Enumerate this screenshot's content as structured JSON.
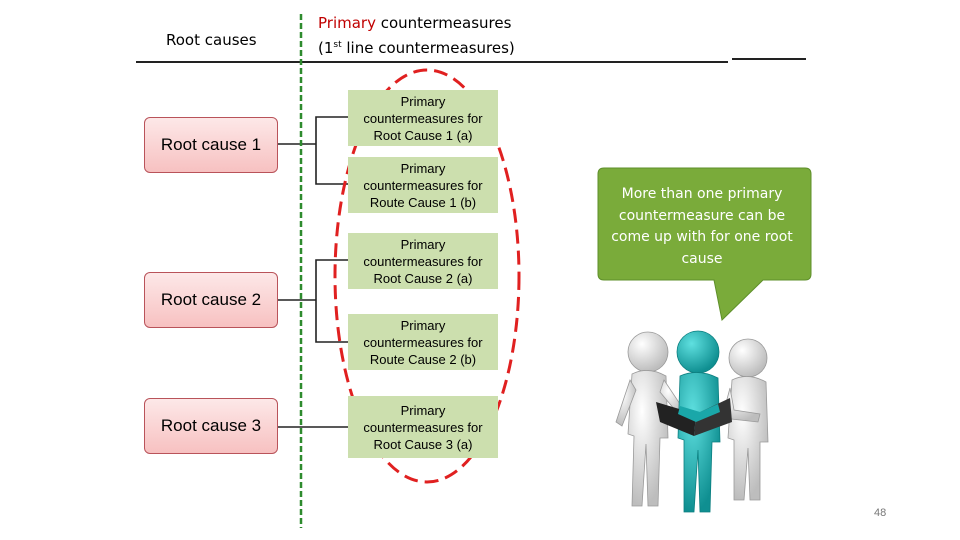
{
  "header": {
    "root_causes_label": "Root causes",
    "primary_word": "Primary",
    "countermeasures_word": " countermeasures",
    "line_label_prefix": "(1",
    "line_label_superscript": "st",
    "line_label_suffix": " line countermeasures)"
  },
  "root_causes": [
    {
      "label": "Root cause 1"
    },
    {
      "label": "Root cause 2"
    },
    {
      "label": "Root cause 3"
    }
  ],
  "countermeasures": [
    {
      "label": "Primary\ncountermeasures for\nRoot Cause  1 (a)"
    },
    {
      "label": "Primary\ncountermeasures for\nRoute Cause 1 (b)"
    },
    {
      "label": "Primary\ncountermeasures for\nRoot  Cause  2 (a)"
    },
    {
      "label": "Primary\ncountermeasures for\nRoute Cause 2 (b)"
    },
    {
      "label": "Primary\ncountermeasures for\nRoot Cause 3 (a)"
    }
  ],
  "callout": {
    "text": "More than one primary countermeasure can be come up with for one root cause"
  },
  "page_number": "48",
  "colors": {
    "divider_green": "#2e8b2e",
    "ellipse_red": "#e02020",
    "countermeasure_fill": "#ccdfae",
    "cause_border": "#b9535a",
    "callout_green": "#7aab3a",
    "figure_teal": "#18b3b3",
    "figure_gray": "#e6e6e6"
  }
}
